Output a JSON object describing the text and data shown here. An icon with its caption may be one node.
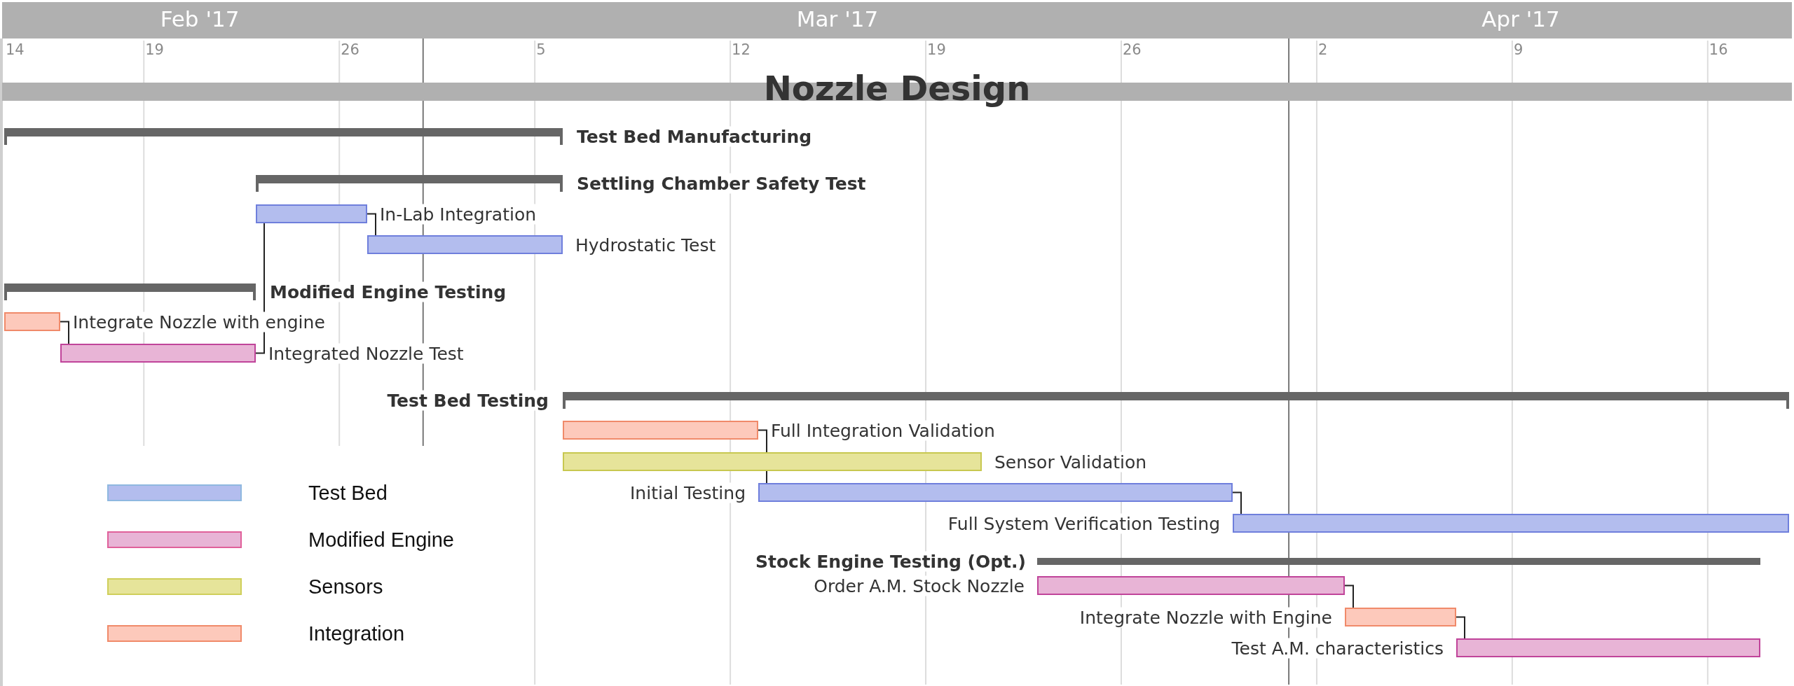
{
  "diagram": {
    "title": "Nozzle Design",
    "nodes": [
      {
        "text": [],
        "shape": "bar"
      },
      {
        "text": [
          "Test Bed Manufacturing"
        ]
      },
      {
        "text": [
          "Settling Chamber Safety Test"
        ]
      },
      {
        "text": [
          "In-Lab Integration"
        ]
      },
      {
        "text": [
          "Hydrostatic Test"
        ]
      },
      {
        "text": [
          "Modified Engine Testing"
        ]
      },
      {
        "text": [
          "Integrate Nozzle with engine"
        ]
      },
      {
        "text": [
          "Integrated Nozzle Test"
        ]
      },
      {
        "text": [
          "Test Bed Testing"
        ]
      },
      {
        "text": [
          "Full Integration Validation"
        ]
      },
      {
        "text": [
          "Sensor Validation"
        ]
      },
      {
        "text": [
          "Initial Testing"
        ]
      },
      {
        "text": [
          "Full System Verification Testing"
        ]
      },
      {
        "text": [
          "Stock Engine Testing (Opt.)"
        ]
      },
      {
        "text": [
          "Order A.M. Stock Nozzle"
        ]
      },
      {
        "text": [
          "Integrate Nozzle with Engine"
        ]
      },
      {
        "text": [
          "Test A.M. characteristics"
        ]
      }
    ],
    "edges": [
      {
        "from": 3,
        "to": 4,
        "arrow": "none"
      },
      {
        "from": 6,
        "to": 7,
        "arrow": "none"
      },
      {
        "from": 7,
        "to": 3,
        "arrow": "none"
      },
      {
        "from": 9,
        "to": 11,
        "arrow": "none"
      },
      {
        "from": 11,
        "to": 12,
        "arrow": "none"
      },
      {
        "from": 14,
        "to": 15,
        "arrow": "none"
      },
      {
        "from": 15,
        "to": 16,
        "arrow": "none"
      }
    ],
    "labels": [
      "Feb '17",
      "Mar '17",
      "Apr '17",
      "14",
      "19",
      "26",
      "5",
      "12",
      "19",
      "26",
      "2",
      "9",
      "16"
    ],
    "legend": [
      {
        "text": "Test Bed",
        "color": "#b3bdee"
      },
      {
        "text": "Modified Engine",
        "color": "#e8b4d6"
      },
      {
        "text": "Sensors",
        "color": "#e6e49a"
      },
      {
        "text": "Integration",
        "color": "#fdc9bb"
      }
    ]
  }
}
